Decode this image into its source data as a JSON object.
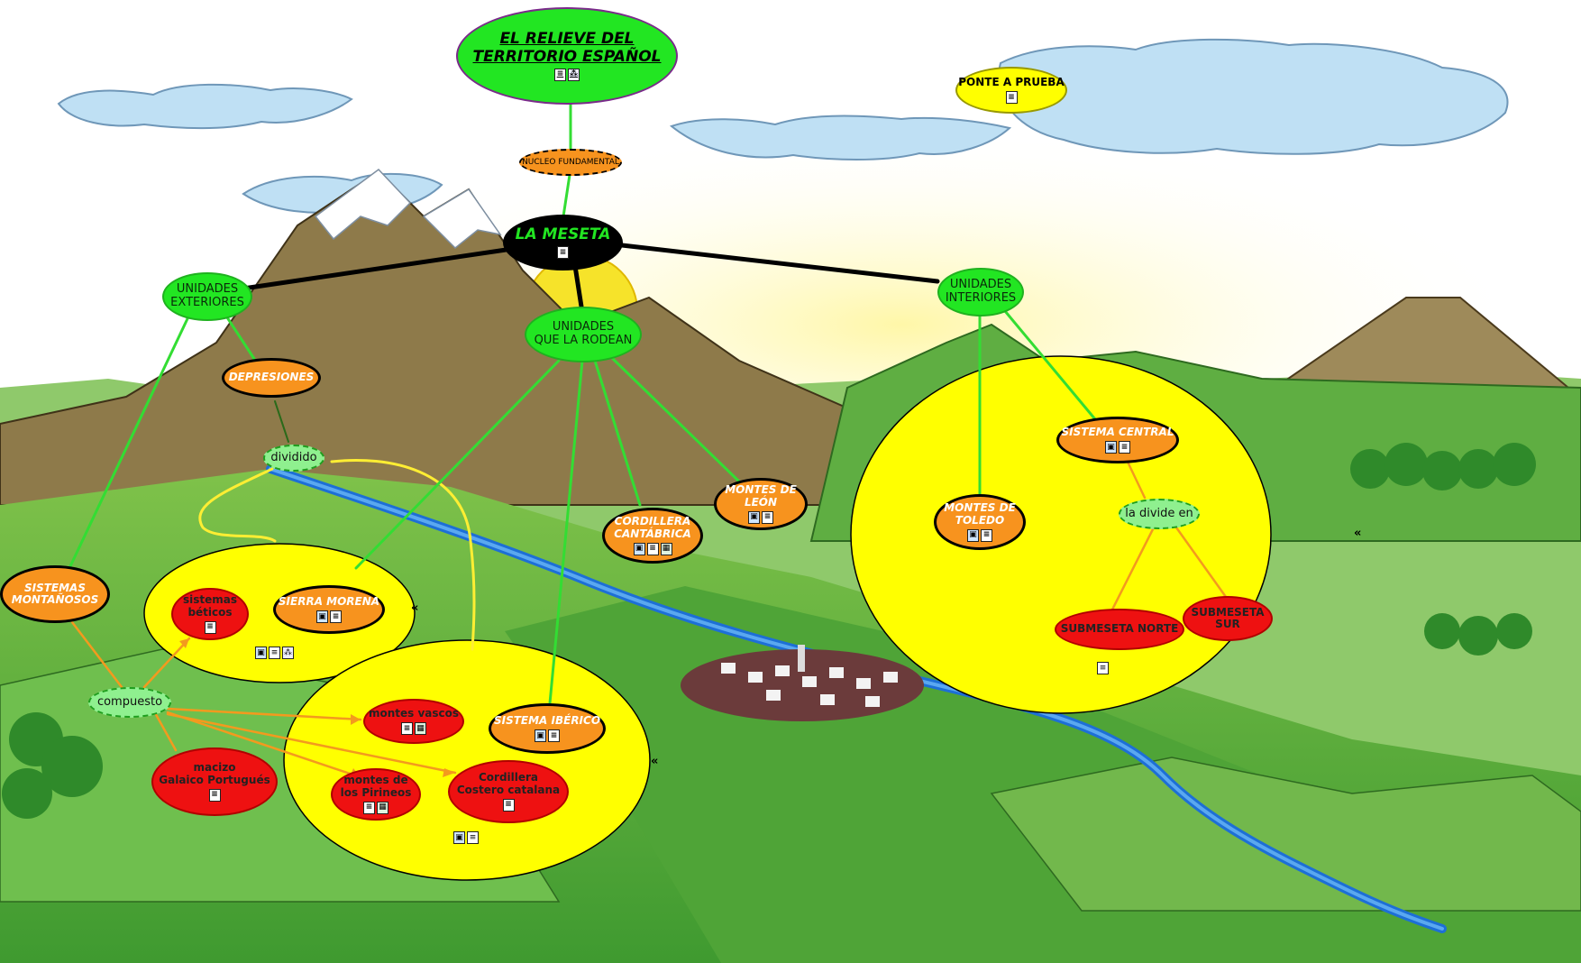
{
  "title": {
    "label": "EL RELIEVE DEL\nTERRITORIO ESPAÑOL",
    "icons": [
      "document-icon",
      "concept-map-icon"
    ],
    "fill": "#22e622"
  },
  "quiz": {
    "label": "PONTE A PRUEBA",
    "icons": [
      "document-icon"
    ]
  },
  "nucleo": {
    "label": "NUCLEO FUNDAMENTAL"
  },
  "meseta": {
    "label": "LA MESETA",
    "icons": [
      "document-icon"
    ],
    "fill": "#000000",
    "text_color": "#22e622"
  },
  "exteriores": {
    "label": "UNIDADES\nEXTERIORES"
  },
  "rodean": {
    "label": "UNIDADES\nQUE LA RODEAN"
  },
  "interiores": {
    "label": "UNIDADES\nINTERIORES"
  },
  "depresiones": {
    "label": "DEPRESIONES"
  },
  "dividido": {
    "label": "dividido"
  },
  "sistemas": {
    "label": "SISTEMAS\nMONTAÑOSOS"
  },
  "compuesto": {
    "label": "compuesto"
  },
  "beticos": {
    "label": "sistemas\nbéticos",
    "icons": [
      "document-icon"
    ]
  },
  "sierra_morena": {
    "label": "SIERRA MORENA",
    "icons": [
      "image-icon",
      "document-icon"
    ]
  },
  "cluster_left_icons": [
    "image-icon",
    "document-icon",
    "concept-map-icon"
  ],
  "cantabrica": {
    "label": "CORDILLERA\nCANTÁBRICA",
    "icons": [
      "image-icon",
      "document-icon",
      "sheet-icon"
    ]
  },
  "leon": {
    "label": "MONTES DE\nLEÓN",
    "icons": [
      "image-icon",
      "document-icon"
    ]
  },
  "vascos": {
    "label": "montes vascos",
    "icons": [
      "document-icon",
      "sheet-icon"
    ]
  },
  "iberico": {
    "label": "SISTEMA IBÉRICO",
    "icons": [
      "image-icon",
      "document-icon"
    ]
  },
  "pirineos": {
    "label": "montes de\nlos Pirineos",
    "icons": [
      "document-icon",
      "sheet-icon"
    ]
  },
  "costero": {
    "label": "Cordillera\nCostero catalana",
    "icons": [
      "document-icon"
    ]
  },
  "galaico": {
    "label": "macizo\nGalaico Portugués",
    "icons": [
      "document-icon"
    ]
  },
  "cluster_bottom_icons": [
    "image-icon",
    "document-icon"
  ],
  "sistema_central": {
    "label": "SISTEMA CENTRAL",
    "icons": [
      "image-icon",
      "document-icon"
    ]
  },
  "toledo": {
    "label": "MONTES DE\nTOLEDO",
    "icons": [
      "image-icon",
      "document-icon"
    ]
  },
  "divide_en": {
    "label": "la divide en"
  },
  "submeseta_norte": {
    "label": "SUBMESETA NORTE"
  },
  "submeseta_sur": {
    "label": "SUBMESETA\nSUR"
  },
  "cluster_right_icons": [
    "document-icon"
  ],
  "collapse_glyph": "«",
  "colors": {
    "concept_green": "#22e622",
    "concept_orange": "#f7931e",
    "concept_red": "#ee1111",
    "cluster_yellow": "#ffff00",
    "link_green": "#33dd33",
    "link_orange": "#f39a1e",
    "link_black": "#000000"
  }
}
